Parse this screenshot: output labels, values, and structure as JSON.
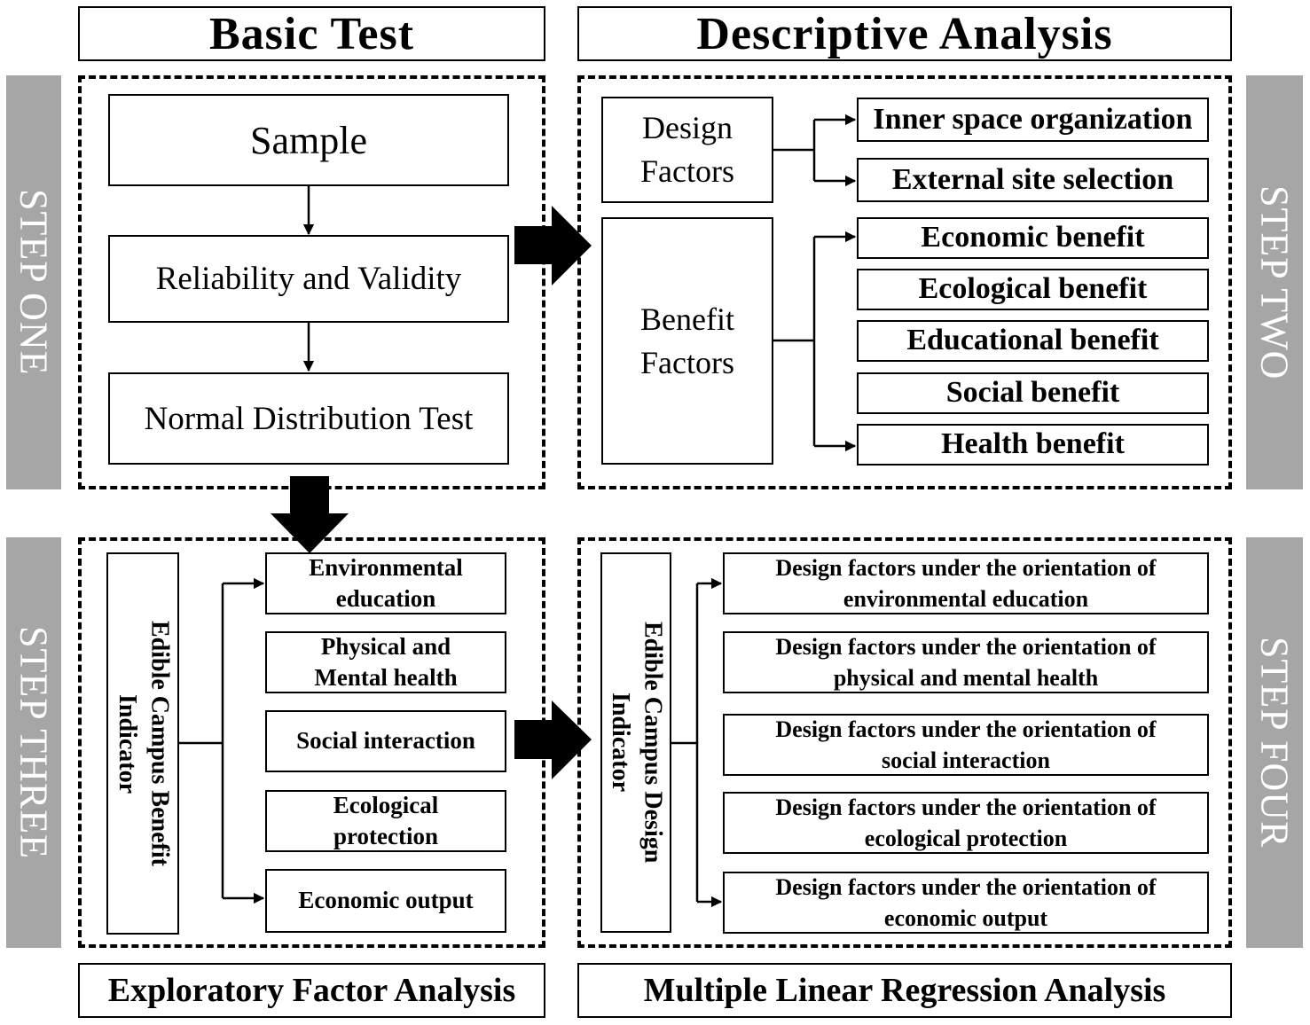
{
  "titles": {
    "basic_test": "Basic Test",
    "descriptive_analysis": "Descriptive Analysis",
    "exploratory_factor_analysis": "Exploratory Factor Analysis",
    "multiple_linear_regression_analysis": "Multiple Linear Regression Analysis"
  },
  "steps": {
    "one": "STEP ONE",
    "two": "STEP TWO",
    "three": "STEP THREE",
    "four": "STEP FOUR"
  },
  "step_one": {
    "sample": "Sample",
    "reliability_validity": "Reliability and Validity",
    "normal_distribution": "Normal Distribution Test"
  },
  "step_two": {
    "design_factors": "Design\nFactors",
    "benefit_factors": "Benefit\nFactors",
    "design_items": [
      "Inner space organization",
      "External site selection"
    ],
    "benefit_items": [
      "Economic benefit",
      "Ecological benefit",
      "Educational benefit",
      "Social benefit",
      "Health benefit"
    ]
  },
  "step_three": {
    "indicator": "Edible Campus  Benefit\nIndicator",
    "items": [
      "Environmental\neducation",
      "Physical and\nMental health",
      "Social interaction",
      "Ecological\nprotection",
      "Economic output"
    ]
  },
  "step_four": {
    "indicator": "Edible Campus Design\nIndicator",
    "items": [
      "Design factors under the orientation of\nenvironmental education",
      "Design factors under the orientation of\nphysical and mental health",
      "Design factors under the orientation of\nsocial interaction",
      "Design factors under the orientation of\necological protection",
      "Design factors under the orientation of\neconomic output"
    ]
  },
  "colors": {
    "step_band": "#a6a6a6",
    "step_text": "#ffffff",
    "line": "#000000",
    "background": "#ffffff"
  }
}
